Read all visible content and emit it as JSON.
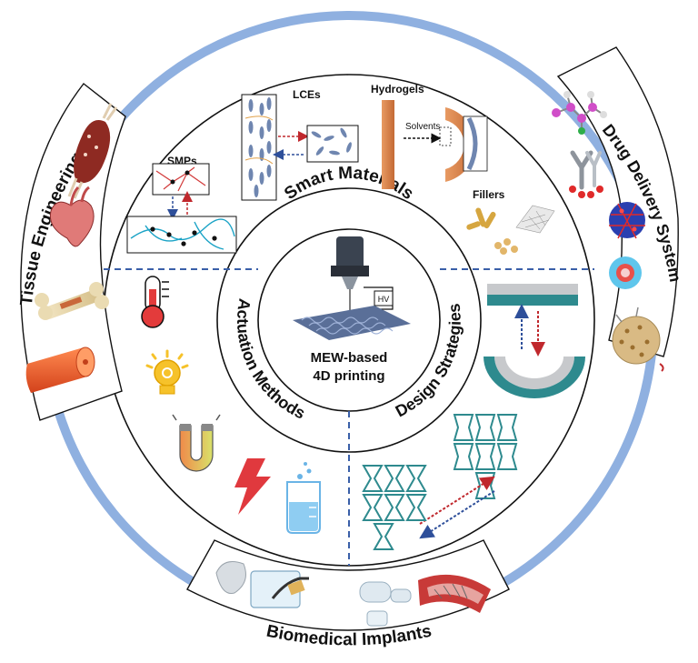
{
  "center": {
    "line1": "MEW-based",
    "line2": "4D printing",
    "hv_label": "HV"
  },
  "ring_labels": {
    "top": "Smart Materials",
    "left": "Actuation Methods",
    "right": "Design Strategies"
  },
  "smart_materials": {
    "smps": "SMPs",
    "lces": "LCEs",
    "hydrogels": "Hydrogels",
    "solvents": "Solvents",
    "fillers": "Fillers"
  },
  "applications": {
    "tissue_engineering": "Tissue Engineering",
    "drug_delivery": "Drug Delivery System",
    "biomedical_implants": "Biomedical Implants"
  },
  "colors": {
    "outer_ring": "#8fb0e0",
    "dashed": "#3a5fa8",
    "red_arrow": "#c0282d",
    "blue_arrow": "#2e4f9a",
    "teal": "#2e8a8e"
  }
}
